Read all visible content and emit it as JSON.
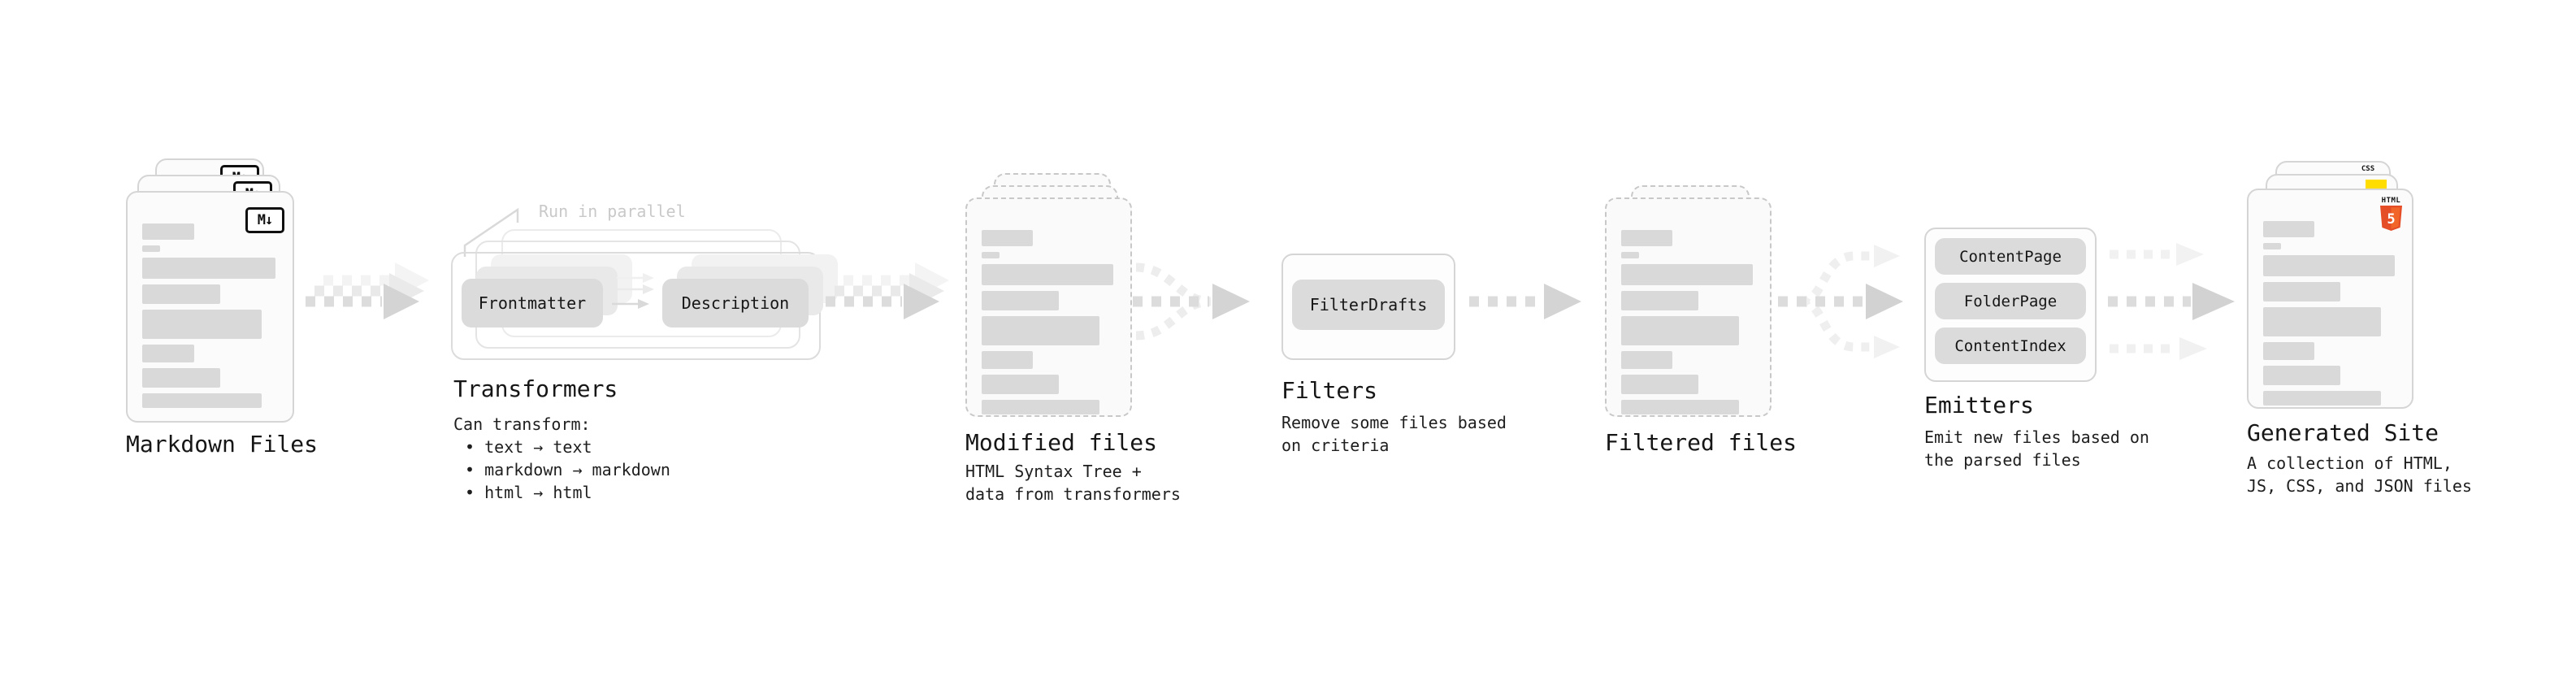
{
  "palette": {
    "flow_gray": "#d4d4d4",
    "ghost_gray": "#f1f1f1",
    "html5_orange": "#e44d26",
    "html5_orange_light": "#f16529",
    "js_yellow": "#ffdd00",
    "css_blue": "#2e6de8"
  },
  "markdown_files": {
    "label": "Markdown Files",
    "badge": "M↓"
  },
  "transformers": {
    "parallel_note": "Run in parallel",
    "pill_left": "Frontmatter",
    "pill_right": "Description",
    "heading": "Transformers",
    "desc_title": "Can transform:",
    "bullets": [
      "• text → text",
      "• markdown → markdown",
      "• html → html"
    ]
  },
  "modified_files": {
    "label": "Modified files",
    "desc_line1": "HTML Syntax Tree +",
    "desc_line2": "data from transformers"
  },
  "filters": {
    "pill": "FilterDrafts",
    "heading": "Filters",
    "desc_line1": "Remove some files based",
    "desc_line2": "on criteria"
  },
  "filtered_files": {
    "label": "Filtered files"
  },
  "emitters": {
    "pills": [
      "ContentPage",
      "FolderPage",
      "ContentIndex"
    ],
    "heading": "Emitters",
    "desc_line1": "Emit new files based on",
    "desc_line2": "the parsed files"
  },
  "generated_site": {
    "label": "Generated Site",
    "desc_line1": "A collection of HTML,",
    "desc_line2": "JS, CSS, and JSON files",
    "css_badge": "CSS",
    "html_badge_text": "HTML",
    "html_badge_number": "5"
  }
}
